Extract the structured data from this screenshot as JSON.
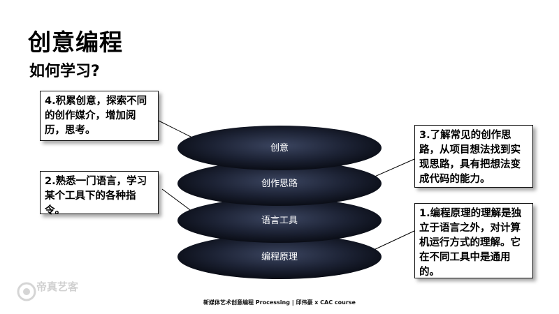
{
  "title": "创意编程",
  "subtitle": "如何学习?",
  "layers": [
    {
      "label": "创意"
    },
    {
      "label": "创作思路"
    },
    {
      "label": "语言工具"
    },
    {
      "label": "编程原理"
    }
  ],
  "notes": {
    "note_4": "4.积累创意，探索不同的创作媒介，增加阅历，思考。",
    "note_2": "2.熟悉一门语言，学习某个工具下的各种指令。",
    "note_3": "3.了解常见的创作思路，从项目想法找到实现思路，具有把想法变成代码的能力。",
    "note_1": "1.编程原理的理解是独立于语言之外，对计算机运行方式的理解。它在不同工具中是通用的。"
  },
  "footer": "新媒体艺术创意编程 Processing | 邱伟豪 x CAC course",
  "watermark": "帝真艺客",
  "colors": {
    "disc_center": "#3b4560",
    "disc_edge": "#0a0d16",
    "disc_text": "#ffffff"
  }
}
